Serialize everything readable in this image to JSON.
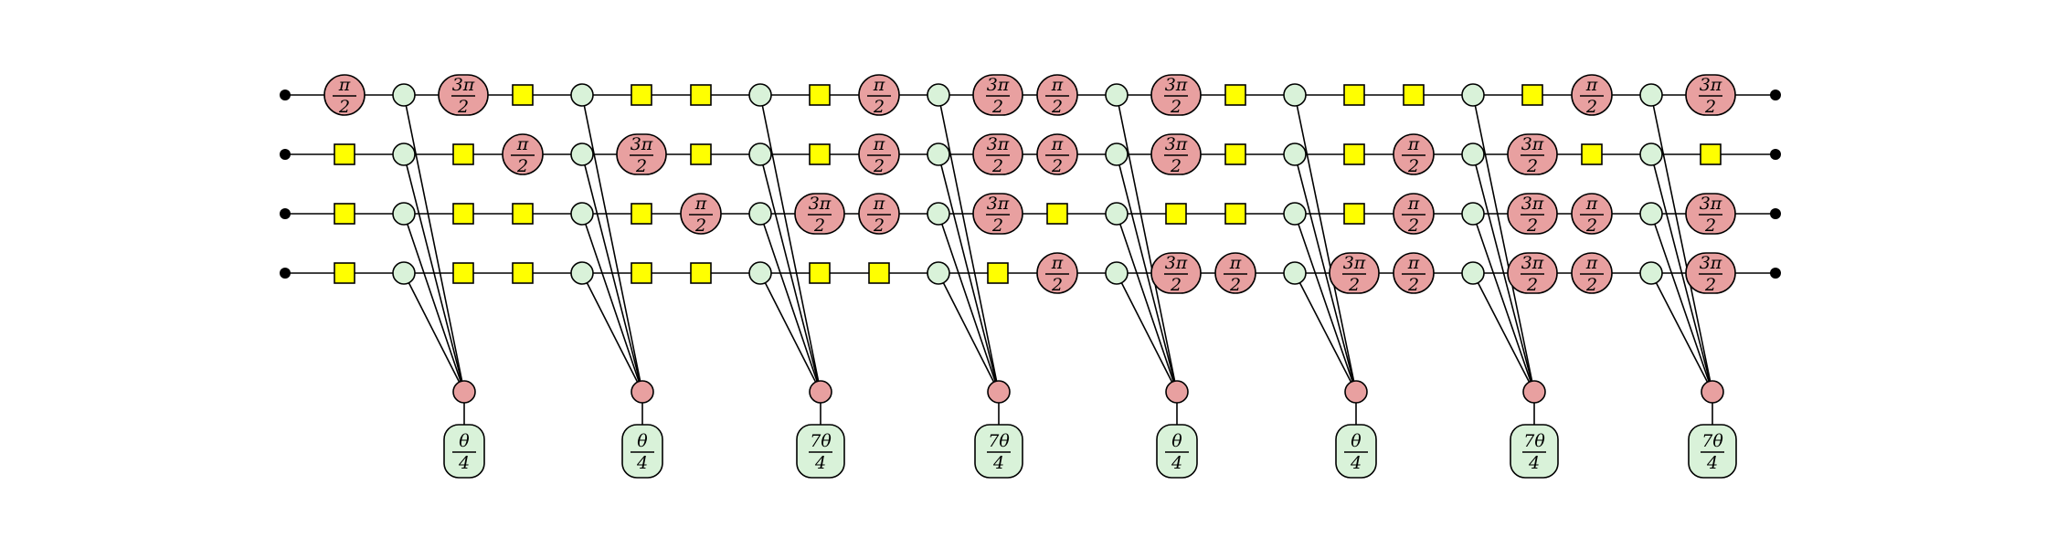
{
  "colors": {
    "wire": "#000000",
    "spider_green": "#d9f2d9",
    "spider_red": "#e8a0a0",
    "hadamard_yellow": "#ffff00",
    "terminal": "#000000"
  },
  "diagram": {
    "wires": 4,
    "wire_rows": [
      [
        {
          "t": "r",
          "n": "π",
          "d": "2"
        },
        {
          "t": "g"
        },
        {
          "t": "r",
          "n": "3π",
          "d": "2"
        },
        {
          "t": "h"
        },
        {
          "t": "g"
        },
        {
          "t": "h"
        },
        {
          "t": "h"
        },
        {
          "t": "g"
        },
        {
          "t": "h"
        },
        {
          "t": "r",
          "n": "π",
          "d": "2"
        },
        {
          "t": "g"
        },
        {
          "t": "r",
          "n": "3π",
          "d": "2"
        },
        {
          "t": "r",
          "n": "π",
          "d": "2"
        },
        {
          "t": "g"
        },
        {
          "t": "r",
          "n": "3π",
          "d": "2"
        },
        {
          "t": "h"
        },
        {
          "t": "g"
        },
        {
          "t": "h"
        },
        {
          "t": "h"
        },
        {
          "t": "g"
        },
        {
          "t": "h"
        },
        {
          "t": "r",
          "n": "π",
          "d": "2"
        },
        {
          "t": "g"
        },
        {
          "t": "r",
          "n": "3π",
          "d": "2"
        }
      ],
      [
        {
          "t": "h"
        },
        {
          "t": "g"
        },
        {
          "t": "h"
        },
        {
          "t": "r",
          "n": "π",
          "d": "2"
        },
        {
          "t": "g"
        },
        {
          "t": "r",
          "n": "3π",
          "d": "2"
        },
        {
          "t": "h"
        },
        {
          "t": "g"
        },
        {
          "t": "h"
        },
        {
          "t": "r",
          "n": "π",
          "d": "2"
        },
        {
          "t": "g"
        },
        {
          "t": "r",
          "n": "3π",
          "d": "2"
        },
        {
          "t": "r",
          "n": "π",
          "d": "2"
        },
        {
          "t": "g"
        },
        {
          "t": "r",
          "n": "3π",
          "d": "2"
        },
        {
          "t": "h"
        },
        {
          "t": "g"
        },
        {
          "t": "h"
        },
        {
          "t": "r",
          "n": "π",
          "d": "2"
        },
        {
          "t": "g"
        },
        {
          "t": "r",
          "n": "3π",
          "d": "2"
        },
        {
          "t": "h"
        },
        {
          "t": "g"
        },
        {
          "t": "h"
        }
      ],
      [
        {
          "t": "h"
        },
        {
          "t": "g"
        },
        {
          "t": "h"
        },
        {
          "t": "h"
        },
        {
          "t": "g"
        },
        {
          "t": "h"
        },
        {
          "t": "r",
          "n": "π",
          "d": "2"
        },
        {
          "t": "g"
        },
        {
          "t": "r",
          "n": "3π",
          "d": "2"
        },
        {
          "t": "r",
          "n": "π",
          "d": "2"
        },
        {
          "t": "g"
        },
        {
          "t": "r",
          "n": "3π",
          "d": "2"
        },
        {
          "t": "h"
        },
        {
          "t": "g"
        },
        {
          "t": "h"
        },
        {
          "t": "h"
        },
        {
          "t": "g"
        },
        {
          "t": "h"
        },
        {
          "t": "r",
          "n": "π",
          "d": "2"
        },
        {
          "t": "g"
        },
        {
          "t": "r",
          "n": "3π",
          "d": "2"
        },
        {
          "t": "r",
          "n": "π",
          "d": "2"
        },
        {
          "t": "g"
        },
        {
          "t": "r",
          "n": "3π",
          "d": "2"
        }
      ],
      [
        {
          "t": "h"
        },
        {
          "t": "g"
        },
        {
          "t": "h"
        },
        {
          "t": "h"
        },
        {
          "t": "g"
        },
        {
          "t": "h"
        },
        {
          "t": "h"
        },
        {
          "t": "g"
        },
        {
          "t": "h"
        },
        {
          "t": "h"
        },
        {
          "t": "g"
        },
        {
          "t": "h"
        },
        {
          "t": "r",
          "n": "π",
          "d": "2"
        },
        {
          "t": "g"
        },
        {
          "t": "r",
          "n": "3π",
          "d": "2"
        },
        {
          "t": "r",
          "n": "π",
          "d": "2"
        },
        {
          "t": "g"
        },
        {
          "t": "r",
          "n": "3π",
          "d": "2"
        },
        {
          "t": "r",
          "n": "π",
          "d": "2"
        },
        {
          "t": "g"
        },
        {
          "t": "r",
          "n": "3π",
          "d": "2"
        },
        {
          "t": "r",
          "n": "π",
          "d": "2"
        },
        {
          "t": "g"
        },
        {
          "t": "r",
          "n": "3π",
          "d": "2"
        }
      ]
    ],
    "phase_gadgets": [
      {
        "n": "θ",
        "d": "4"
      },
      {
        "n": "θ",
        "d": "4"
      },
      {
        "n": "7θ",
        "d": "4"
      },
      {
        "n": "7θ",
        "d": "4"
      },
      {
        "n": "θ",
        "d": "4"
      },
      {
        "n": "θ",
        "d": "4"
      },
      {
        "n": "7θ",
        "d": "4"
      },
      {
        "n": "7θ",
        "d": "4"
      }
    ]
  }
}
